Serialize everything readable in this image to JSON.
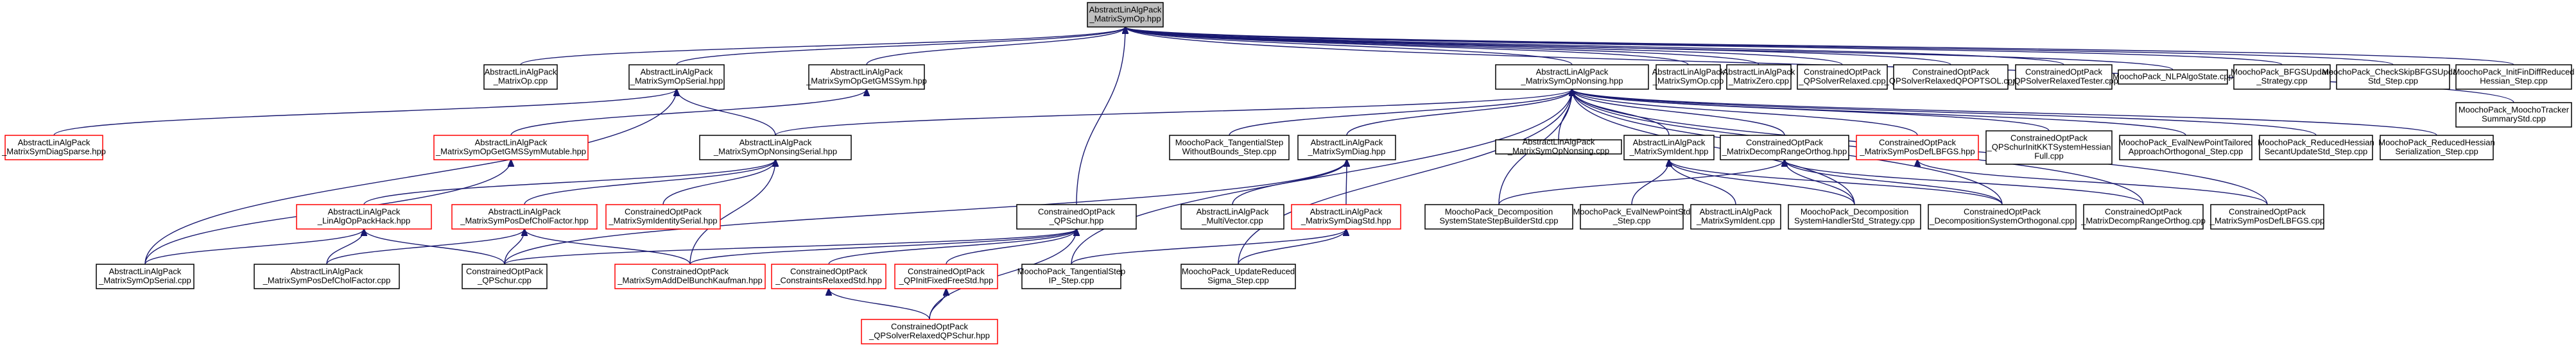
{
  "nodes": [
    {
      "id": "n0",
      "lines": [
        "AbstractLinAlgPack",
        "_MatrixSymOp.hpp"
      ],
      "kind": "root"
    },
    {
      "id": "n1",
      "lines": [
        "AbstractLinAlgPack",
        "_MatrixOp.cpp"
      ],
      "kind": "normal"
    },
    {
      "id": "n2",
      "lines": [
        "AbstractLinAlgPack",
        "_MatrixSymOpSerial.hpp"
      ],
      "kind": "normal"
    },
    {
      "id": "n3",
      "lines": [
        "AbstractLinAlgPack",
        "_MatrixSymOpGetGMSSym.hpp"
      ],
      "kind": "normal"
    },
    {
      "id": "n4",
      "lines": [
        "AbstractLinAlgPack",
        "_MatrixSymOpNonsing.hpp"
      ],
      "kind": "normal"
    },
    {
      "id": "n5",
      "lines": [
        "AbstractLinAlgPack",
        "_MatrixSymOp.cpp"
      ],
      "kind": "normal"
    },
    {
      "id": "n6",
      "lines": [
        "AbstractLinAlgPack",
        "_MatrixZero.cpp"
      ],
      "kind": "normal"
    },
    {
      "id": "n7",
      "lines": [
        "ConstrainedOptPack",
        "_QPSolverRelaxed.cpp"
      ],
      "kind": "normal"
    },
    {
      "id": "n8",
      "lines": [
        "ConstrainedOptPack",
        "_QPSolverRelaxedQPOPTSOL.cpp"
      ],
      "kind": "normal"
    },
    {
      "id": "n9",
      "lines": [
        "ConstrainedOptPack",
        "_QPSolverRelaxedTester.cpp"
      ],
      "kind": "normal"
    },
    {
      "id": "n10",
      "lines": [
        "MoochoPack_NLPAlgoState.cpp"
      ],
      "kind": "normal"
    },
    {
      "id": "n11",
      "lines": [
        "MoochoPack_BFGSUpdate",
        "_Strategy.cpp"
      ],
      "kind": "normal"
    },
    {
      "id": "n12",
      "lines": [
        "MoochoPack_CheckSkipBFGSUpdate",
        "Std_Step.cpp"
      ],
      "kind": "normal"
    },
    {
      "id": "n13",
      "lines": [
        "MoochoPack_InitFinDiffReduced",
        "Hessian_Step.cpp"
      ],
      "kind": "normal"
    },
    {
      "id": "n14",
      "lines": [
        "MoochoPack_MoochoTracker",
        "SummaryStd.cpp"
      ],
      "kind": "normal"
    },
    {
      "id": "n15",
      "lines": [
        "AbstractLinAlgPack",
        "_MatrixSymDiagSparse.hpp"
      ],
      "kind": "red"
    },
    {
      "id": "n16",
      "lines": [
        "AbstractLinAlgPack",
        "_MatrixSymOpGetGMSSymMutable.hpp"
      ],
      "kind": "red"
    },
    {
      "id": "n17",
      "lines": [
        "AbstractLinAlgPack",
        "_MatrixSymOpNonsingSerial.hpp"
      ],
      "kind": "normal"
    },
    {
      "id": "n18",
      "lines": [
        "MoochoPack_TangentialStep",
        "WithoutBounds_Step.cpp"
      ],
      "kind": "normal"
    },
    {
      "id": "n19",
      "lines": [
        "AbstractLinAlgPack",
        "_MatrixSymDiag.hpp"
      ],
      "kind": "normal"
    },
    {
      "id": "n20",
      "lines": [
        "AbstractLinAlgPack",
        "_MatrixSymOpNonsing.cpp"
      ],
      "kind": "normal"
    },
    {
      "id": "n21",
      "lines": [
        "AbstractLinAlgPack",
        "_MatrixSymIdent.hpp"
      ],
      "kind": "normal"
    },
    {
      "id": "n22",
      "lines": [
        "ConstrainedOptPack",
        "_MatrixDecompRangeOrthog.hpp"
      ],
      "kind": "normal"
    },
    {
      "id": "n23",
      "lines": [
        "ConstrainedOptPack",
        "_MatrixSymPosDefLBFGS.hpp"
      ],
      "kind": "red"
    },
    {
      "id": "n24",
      "lines": [
        "ConstrainedOptPack",
        "_QPSchurInitKKTSystemHessian",
        "Full.cpp"
      ],
      "kind": "normal"
    },
    {
      "id": "n25",
      "lines": [
        "MoochoPack_EvalNewPointTailored",
        "ApproachOrthogonal_Step.cpp"
      ],
      "kind": "normal"
    },
    {
      "id": "n26",
      "lines": [
        "MoochoPack_ReducedHessian",
        "SecantUpdateStd_Step.cpp"
      ],
      "kind": "normal"
    },
    {
      "id": "n27",
      "lines": [
        "MoochoPack_ReducedHessian",
        "Serialization_Step.cpp"
      ],
      "kind": "normal"
    },
    {
      "id": "n28",
      "lines": [
        "AbstractLinAlgPack",
        "_LinAlgOpPackHack.hpp"
      ],
      "kind": "red"
    },
    {
      "id": "n29",
      "lines": [
        "AbstractLinAlgPack",
        "_MatrixSymPosDefCholFactor.hpp"
      ],
      "kind": "red"
    },
    {
      "id": "n30",
      "lines": [
        "ConstrainedOptPack",
        "_MatrixSymIdentitySerial.hpp"
      ],
      "kind": "red"
    },
    {
      "id": "n31",
      "lines": [
        "AbstractLinAlgPack",
        "_MultiVector.cpp"
      ],
      "kind": "normal"
    },
    {
      "id": "n32",
      "lines": [
        "AbstractLinAlgPack",
        "_MatrixSymDiagStd.hpp"
      ],
      "kind": "red"
    },
    {
      "id": "n33",
      "lines": [
        "MoochoPack_Decomposition",
        "SystemStateStepBuilderStd.cpp"
      ],
      "kind": "normal"
    },
    {
      "id": "n34",
      "lines": [
        "MoochoPack_EvalNewPointStd",
        "_Step.cpp"
      ],
      "kind": "normal"
    },
    {
      "id": "n35",
      "lines": [
        "AbstractLinAlgPack",
        "_MatrixSymIdent.cpp"
      ],
      "kind": "normal"
    },
    {
      "id": "n36",
      "lines": [
        "MoochoPack_Decomposition",
        "SystemHandlerStd_Strategy.cpp"
      ],
      "kind": "normal"
    },
    {
      "id": "n37",
      "lines": [
        "ConstrainedOptPack",
        "_DecompositionSystemOrthogonal.cpp"
      ],
      "kind": "normal"
    },
    {
      "id": "n38",
      "lines": [
        "ConstrainedOptPack",
        "_MatrixDecompRangeOrthog.cpp"
      ],
      "kind": "normal"
    },
    {
      "id": "n39",
      "lines": [
        "ConstrainedOptPack",
        "_MatrixSymPosDefLBFGS.cpp"
      ],
      "kind": "normal"
    },
    {
      "id": "n40",
      "lines": [
        "ConstrainedOptPack",
        "_QPSchur.hpp"
      ],
      "kind": "normal"
    },
    {
      "id": "n41",
      "lines": [
        "AbstractLinAlgPack",
        "_MatrixSymOpSerial.cpp"
      ],
      "kind": "normal"
    },
    {
      "id": "n42",
      "lines": [
        "AbstractLinAlgPack",
        "_MatrixSymPosDefCholFactor.cpp"
      ],
      "kind": "normal"
    },
    {
      "id": "n43",
      "lines": [
        "ConstrainedOptPack",
        "_QPSchur.cpp"
      ],
      "kind": "normal"
    },
    {
      "id": "n44",
      "lines": [
        "ConstrainedOptPack",
        "_MatrixSymAddDelBunchKaufman.hpp"
      ],
      "kind": "red"
    },
    {
      "id": "n45",
      "lines": [
        "ConstrainedOptPack",
        "_ConstraintsRelaxedStd.hpp"
      ],
      "kind": "red"
    },
    {
      "id": "n46",
      "lines": [
        "ConstrainedOptPack",
        "_QPInitFixedFreeStd.hpp"
      ],
      "kind": "red"
    },
    {
      "id": "n47",
      "lines": [
        "MoochoPack_TangentialStep",
        "IP_Step.cpp"
      ],
      "kind": "normal"
    },
    {
      "id": "n48",
      "lines": [
        "MoochoPack_UpdateReduced",
        "Sigma_Step.cpp"
      ],
      "kind": "normal"
    },
    {
      "id": "n49",
      "lines": [
        "ConstrainedOptPack",
        "_QPSolverRelaxedQPSchur.hpp"
      ],
      "kind": "red"
    }
  ],
  "edges": [
    [
      "n1",
      "n0"
    ],
    [
      "n2",
      "n0"
    ],
    [
      "n3",
      "n0"
    ],
    [
      "n4",
      "n0"
    ],
    [
      "n5",
      "n0"
    ],
    [
      "n6",
      "n0"
    ],
    [
      "n7",
      "n0"
    ],
    [
      "n8",
      "n0"
    ],
    [
      "n9",
      "n0"
    ],
    [
      "n10",
      "n0"
    ],
    [
      "n11",
      "n0"
    ],
    [
      "n12",
      "n0"
    ],
    [
      "n13",
      "n0"
    ],
    [
      "n14",
      "n0"
    ],
    [
      "n40",
      "n0"
    ],
    [
      "n15",
      "n2"
    ],
    [
      "n17",
      "n2"
    ],
    [
      "n41",
      "n2"
    ],
    [
      "n16",
      "n3"
    ],
    [
      "n41",
      "n16"
    ],
    [
      "n17",
      "n4"
    ],
    [
      "n18",
      "n4"
    ],
    [
      "n19",
      "n4"
    ],
    [
      "n20",
      "n4"
    ],
    [
      "n21",
      "n4"
    ],
    [
      "n22",
      "n4"
    ],
    [
      "n23",
      "n4"
    ],
    [
      "n24",
      "n4"
    ],
    [
      "n25",
      "n4"
    ],
    [
      "n26",
      "n4"
    ],
    [
      "n27",
      "n4"
    ],
    [
      "n33",
      "n4"
    ],
    [
      "n47",
      "n4"
    ],
    [
      "n48",
      "n4"
    ],
    [
      "n37",
      "n4"
    ],
    [
      "n38",
      "n4"
    ],
    [
      "n39",
      "n4"
    ],
    [
      "n36",
      "n4"
    ],
    [
      "n28",
      "n17"
    ],
    [
      "n29",
      "n17"
    ],
    [
      "n30",
      "n17"
    ],
    [
      "n44",
      "n17"
    ],
    [
      "n41",
      "n28"
    ],
    [
      "n42",
      "n28"
    ],
    [
      "n43",
      "n28"
    ],
    [
      "n42",
      "n29"
    ],
    [
      "n43",
      "n29"
    ],
    [
      "n44",
      "n29"
    ],
    [
      "n31",
      "n19"
    ],
    [
      "n32",
      "n19"
    ],
    [
      "n43",
      "n19"
    ],
    [
      "n47",
      "n32"
    ],
    [
      "n48",
      "n32"
    ],
    [
      "n34",
      "n21"
    ],
    [
      "n35",
      "n21"
    ],
    [
      "n36",
      "n21"
    ],
    [
      "n37",
      "n21"
    ],
    [
      "n33",
      "n22"
    ],
    [
      "n36",
      "n22"
    ],
    [
      "n37",
      "n22"
    ],
    [
      "n38",
      "n22"
    ],
    [
      "n39",
      "n23"
    ],
    [
      "n43",
      "n40"
    ],
    [
      "n44",
      "n40"
    ],
    [
      "n45",
      "n40"
    ],
    [
      "n46",
      "n40"
    ],
    [
      "n49",
      "n40"
    ],
    [
      "n49",
      "n45"
    ],
    [
      "n49",
      "n46"
    ]
  ]
}
